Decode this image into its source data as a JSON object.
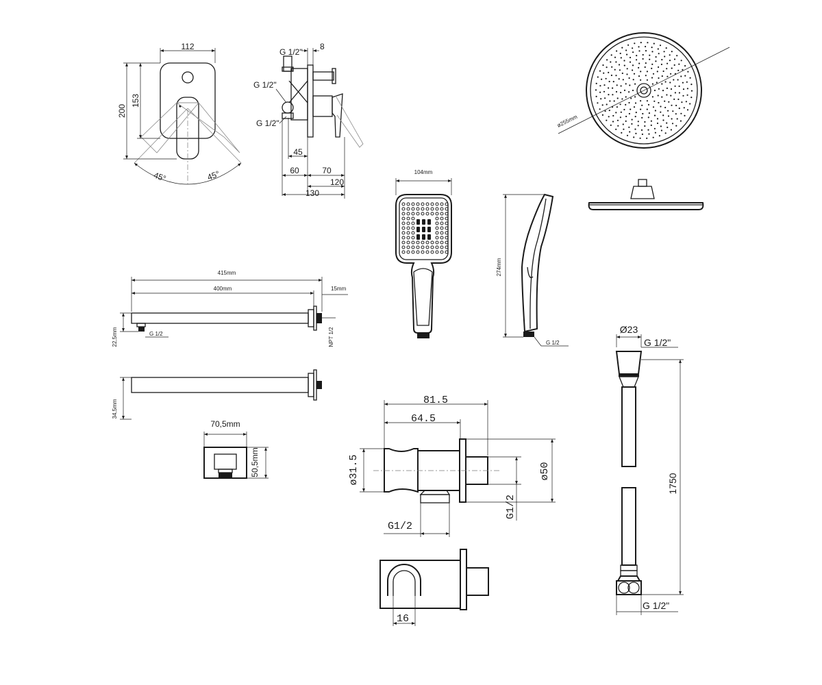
{
  "mixer": {
    "front": {
      "width": "112",
      "height_total": "200",
      "height_plate": "153",
      "angle_left": "45°",
      "angle_right": "45°"
    },
    "side": {
      "inlet_top": "G 1/2\"",
      "inlet_mid": "G 1/2\"",
      "inlet_bottom": "G 1/2\"",
      "plate": "8",
      "d45": "45",
      "d60": "60",
      "d70": "70",
      "d120": "120",
      "d130": "130"
    }
  },
  "rain_shower": {
    "diameter": "ø255mm"
  },
  "hand_shower": {
    "width": "104mm",
    "length": "274mm",
    "thread": "G 1/2"
  },
  "arm": {
    "overall": "415mm",
    "length": "400mm",
    "flange": "15mm",
    "height": "22,5mm",
    "thread": "G 1/2",
    "npt": "NPT 1/2",
    "height_top": "34,5mm"
  },
  "elbow": {
    "width": "70,5mm",
    "height": "50,5mm"
  },
  "holder": {
    "d815": "81.5",
    "d645": "64.5",
    "d315": "ø31.5",
    "d50": "ø50",
    "g12_v": "G1/2",
    "g12_h": "G1/2",
    "d16": "16"
  },
  "hose": {
    "diam": "Ø23",
    "top_thread": "G 1/2\"",
    "length": "1750",
    "bottom_thread": "G 1/2\""
  }
}
